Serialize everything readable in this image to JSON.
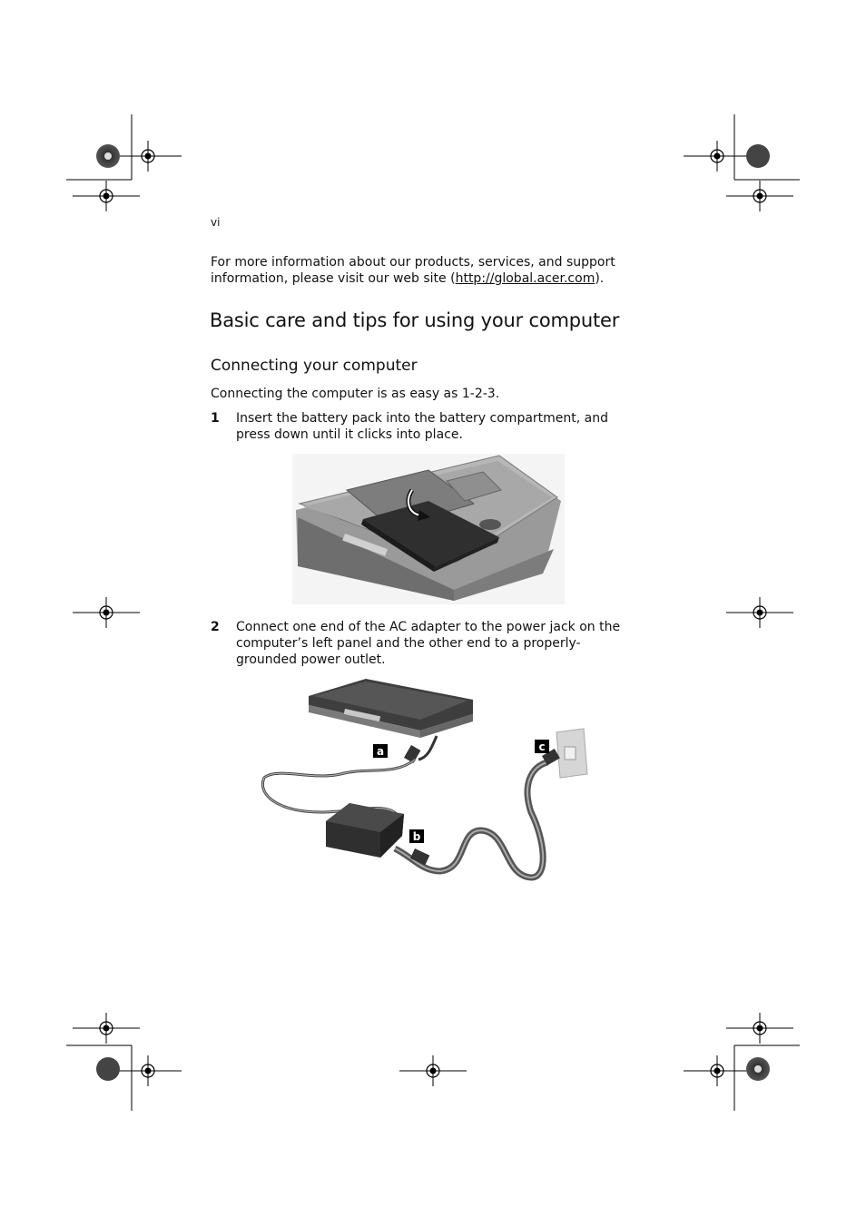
{
  "page_number": "vi",
  "intro": {
    "text_before": "For more information about our products, services, and support information, please visit our web site (",
    "link": "http://global.acer.com",
    "text_after": ")."
  },
  "section_title": "Basic care and tips for using your computer",
  "subsection_title": "Connecting your computer",
  "lead_text": "Connecting the computer is as easy as 1-2-3.",
  "steps": [
    {
      "number": "1",
      "text": "Insert the battery pack into the battery compartment, and press down until it clicks into place."
    },
    {
      "number": "2",
      "text": "Connect one end of the AC adapter to the power jack on the computer’s left panel and the other end to a properly-grounded power outlet."
    }
  ],
  "figure2_callouts": {
    "a": "a",
    "b": "b",
    "c": "c"
  },
  "colors": {
    "text": "#111111",
    "illustration_dark": "#3a3a3a",
    "illustration_mid": "#8a8a8a",
    "illustration_light": "#c8c8c8"
  }
}
